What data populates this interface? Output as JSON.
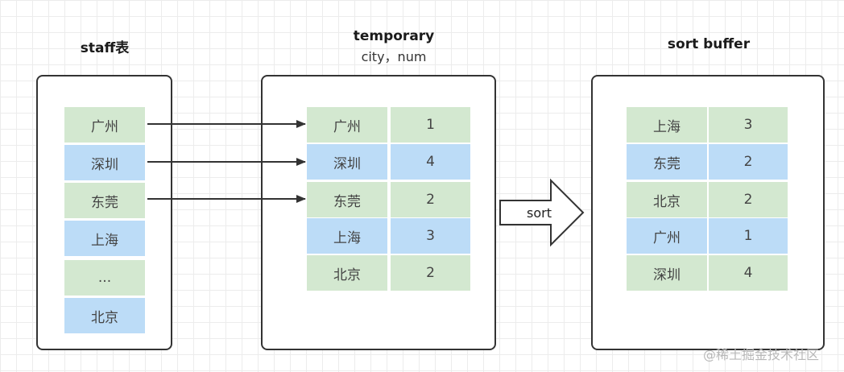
{
  "staff": {
    "title": "staff表",
    "rows": [
      "广州",
      "深圳",
      "东莞",
      "上海",
      "...",
      "北京"
    ],
    "colors": [
      "green",
      "blue",
      "green",
      "blue",
      "green",
      "blue"
    ]
  },
  "temporary": {
    "title": "temporary",
    "subtitle": "city，num",
    "rows": [
      {
        "city": "广州",
        "num": "1"
      },
      {
        "city": "深圳",
        "num": "4"
      },
      {
        "city": "东莞",
        "num": "2"
      },
      {
        "city": "上海",
        "num": "3"
      },
      {
        "city": "北京",
        "num": "2"
      }
    ],
    "colors": [
      "green",
      "blue",
      "green",
      "blue",
      "green"
    ]
  },
  "sort_arrow": {
    "label": "sort"
  },
  "sort_buffer": {
    "title": "sort buffer",
    "rows": [
      {
        "city": "上海",
        "num": "3"
      },
      {
        "city": "东莞",
        "num": "2"
      },
      {
        "city": "北京",
        "num": "2"
      },
      {
        "city": "广州",
        "num": "1"
      },
      {
        "city": "深圳",
        "num": "4"
      }
    ],
    "colors": [
      "green",
      "blue",
      "green",
      "blue",
      "green"
    ]
  },
  "watermark": "@稀土掘金技术社区"
}
